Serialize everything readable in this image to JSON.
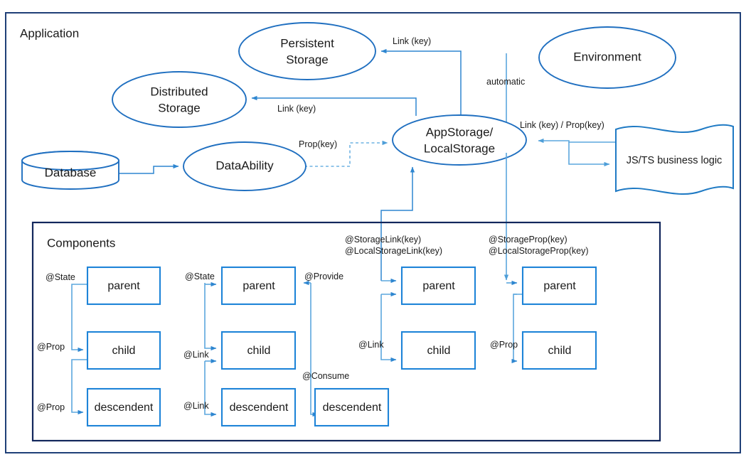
{
  "diagram": {
    "title": "Application",
    "outer_frame_label": "Application",
    "components_group_label": "Components",
    "colors": {
      "outer_frame_border": "#1f3f77",
      "inner_frame_border": "#12275c",
      "ellipse_border": "#1f6fc0",
      "box_border": "#1e84d8",
      "connector": "#2e86d0",
      "connector_light": "#5ba7dd",
      "text": "#1a1a1a",
      "background": "#ffffff"
    }
  },
  "nodes": {
    "persistent_storage": {
      "line1": "Persistent",
      "line2": "Storage"
    },
    "distributed_storage": {
      "line1": "Distributed",
      "line2": "Storage"
    },
    "environment": {
      "label": "Environment"
    },
    "database": {
      "label": "Database"
    },
    "data_ability": {
      "label": "DataAbility"
    },
    "app_storage": {
      "line1": "AppStorage/",
      "line2": "LocalStorage"
    },
    "business_logic": {
      "label": "JS/TS business logic"
    }
  },
  "edge_labels": {
    "persistent_link": "Link (key)",
    "distributed_link": "Link (key)",
    "environment_automatic": "automatic",
    "business_link_prop": "Link (key) / Prop(key)",
    "dataability_prop": "Prop(key)",
    "storage_link_line1": "@StorageLink(key)",
    "storage_link_line2": "@LocalStorageLink(key)",
    "storage_prop_line1": "@StorageProp(key)",
    "storage_prop_line2": "@LocalStorageProp(key)"
  },
  "component_columns": [
    {
      "id": "column-state-prop",
      "boxes": [
        {
          "label": "parent",
          "decorator": "@State"
        },
        {
          "label": "child",
          "decorator": "@Prop"
        },
        {
          "label": "descendent",
          "decorator": "@Prop"
        }
      ]
    },
    {
      "id": "column-state-link-provide-consume",
      "boxes": [
        {
          "label": "parent",
          "decorator": "@State"
        },
        {
          "label": "child",
          "decorator": "@Link"
        },
        {
          "label": "descendent",
          "decorator": "@Link"
        },
        {
          "label": "descendent",
          "decorator": "@Consume"
        }
      ],
      "provide_label": "@Provide",
      "consume_label": "@Consume"
    },
    {
      "id": "column-storage-link",
      "boxes": [
        {
          "label": "parent",
          "decorator": ""
        },
        {
          "label": "child",
          "decorator": "@Link"
        }
      ]
    },
    {
      "id": "column-storage-prop",
      "boxes": [
        {
          "label": "parent",
          "decorator": ""
        },
        {
          "label": "child",
          "decorator": "@Prop"
        }
      ]
    }
  ],
  "component_decorators": {
    "c1_parent": "@State",
    "c1_child": "@Prop",
    "c1_descendent": "@Prop",
    "c2_parent": "@State",
    "c2_child": "@Link",
    "c2_descendent": "@Link",
    "c2_provide": "@Provide",
    "c2_consume": "@Consume",
    "c3_child": "@Link",
    "c4_child": "@Prop"
  },
  "component_box_labels": {
    "parent": "parent",
    "child": "child",
    "descendent": "descendent"
  }
}
